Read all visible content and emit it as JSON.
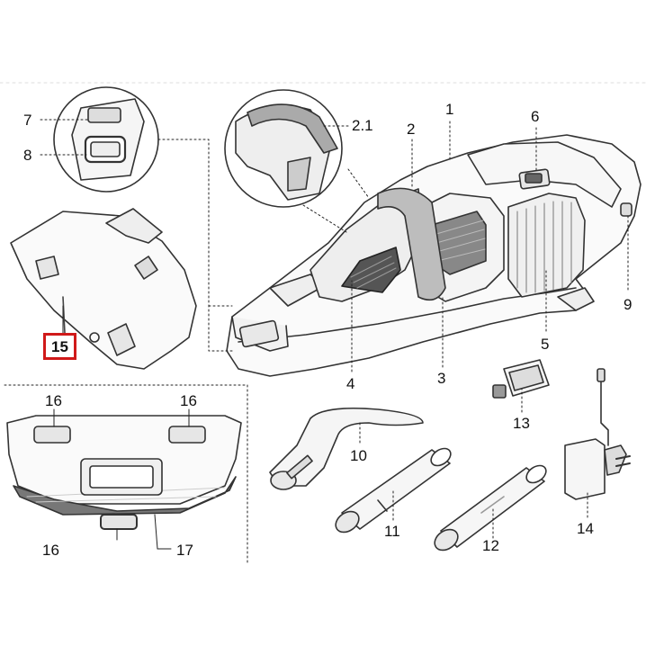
{
  "highlight_color": "#d01919",
  "labels": {
    "p1": "1",
    "p2": "2",
    "p2_1": "2.1",
    "p3": "3",
    "p4": "4",
    "p5": "5",
    "p6": "6",
    "p7": "7",
    "p8": "8",
    "p9": "9",
    "p10": "10",
    "p11": "11",
    "p12": "12",
    "p13": "13",
    "p14": "14",
    "p15": "15",
    "p16a": "16",
    "p16b": "16",
    "p16c": "16",
    "p17": "17"
  }
}
